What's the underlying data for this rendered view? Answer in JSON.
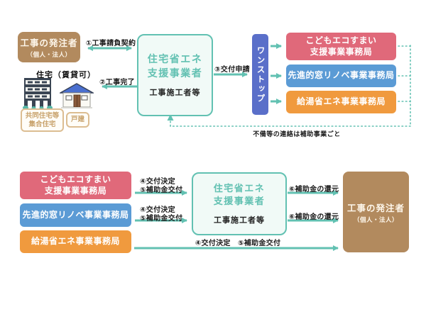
{
  "colors": {
    "teal": "#62c1b2",
    "brown": "#b28a5e",
    "red": "#e0697a",
    "blue": "#5b9bd5",
    "orange": "#f09a3e",
    "indigo": "#5a6fc9",
    "tan_border": "#dcbd92",
    "tan_text": "#c8a26b"
  },
  "top": {
    "orderer": {
      "title": "工事の発注者",
      "subtitle": "（個人・法人）"
    },
    "housing_label": "住宅（賃貸可）",
    "apartment_tag": {
      "line1": "共同住宅等",
      "line2": "集合住宅"
    },
    "detached_tag": "戸建",
    "agent": {
      "title1": "住宅省エネ",
      "title2": "支援事業者",
      "subtitle": "工事施工者等"
    },
    "onestop_label": "ワンストップ",
    "arrow1_label": "①工事請負契約",
    "arrow2_label": "②工事完了",
    "arrow3_label": "③交付申請",
    "offices": {
      "kodomo": {
        "line1": "こどもエコすまい",
        "line2": "支援事業事務局"
      },
      "mado": "先進的窓リノベ事業事務局",
      "kyuto": "給湯省エネ事業事務局"
    },
    "note": "不備等の連絡は補助事業ごと"
  },
  "bottom": {
    "offices": {
      "kodomo": {
        "line1": "こどもエコすまい",
        "line2": "支援事業事務局"
      },
      "mado": "先進的窓リノベ事業事務局",
      "kyuto": "給湯省エネ事業事務局"
    },
    "agent": {
      "title1": "住宅省エネ",
      "title2": "支援事業者",
      "subtitle": "工事施工者等"
    },
    "orderer": {
      "title": "工事の発注者",
      "subtitle": "（個人・法人）"
    },
    "row1": {
      "decide": "④交付決定",
      "grant": "⑤補助金交付",
      "return": "⑥補助金の還元"
    },
    "row2": {
      "decide": "④交付決定",
      "grant": "⑤補助金交付",
      "return": "⑥補助金の還元"
    },
    "row3_label": "④交付決定　⑤補助金交付"
  }
}
